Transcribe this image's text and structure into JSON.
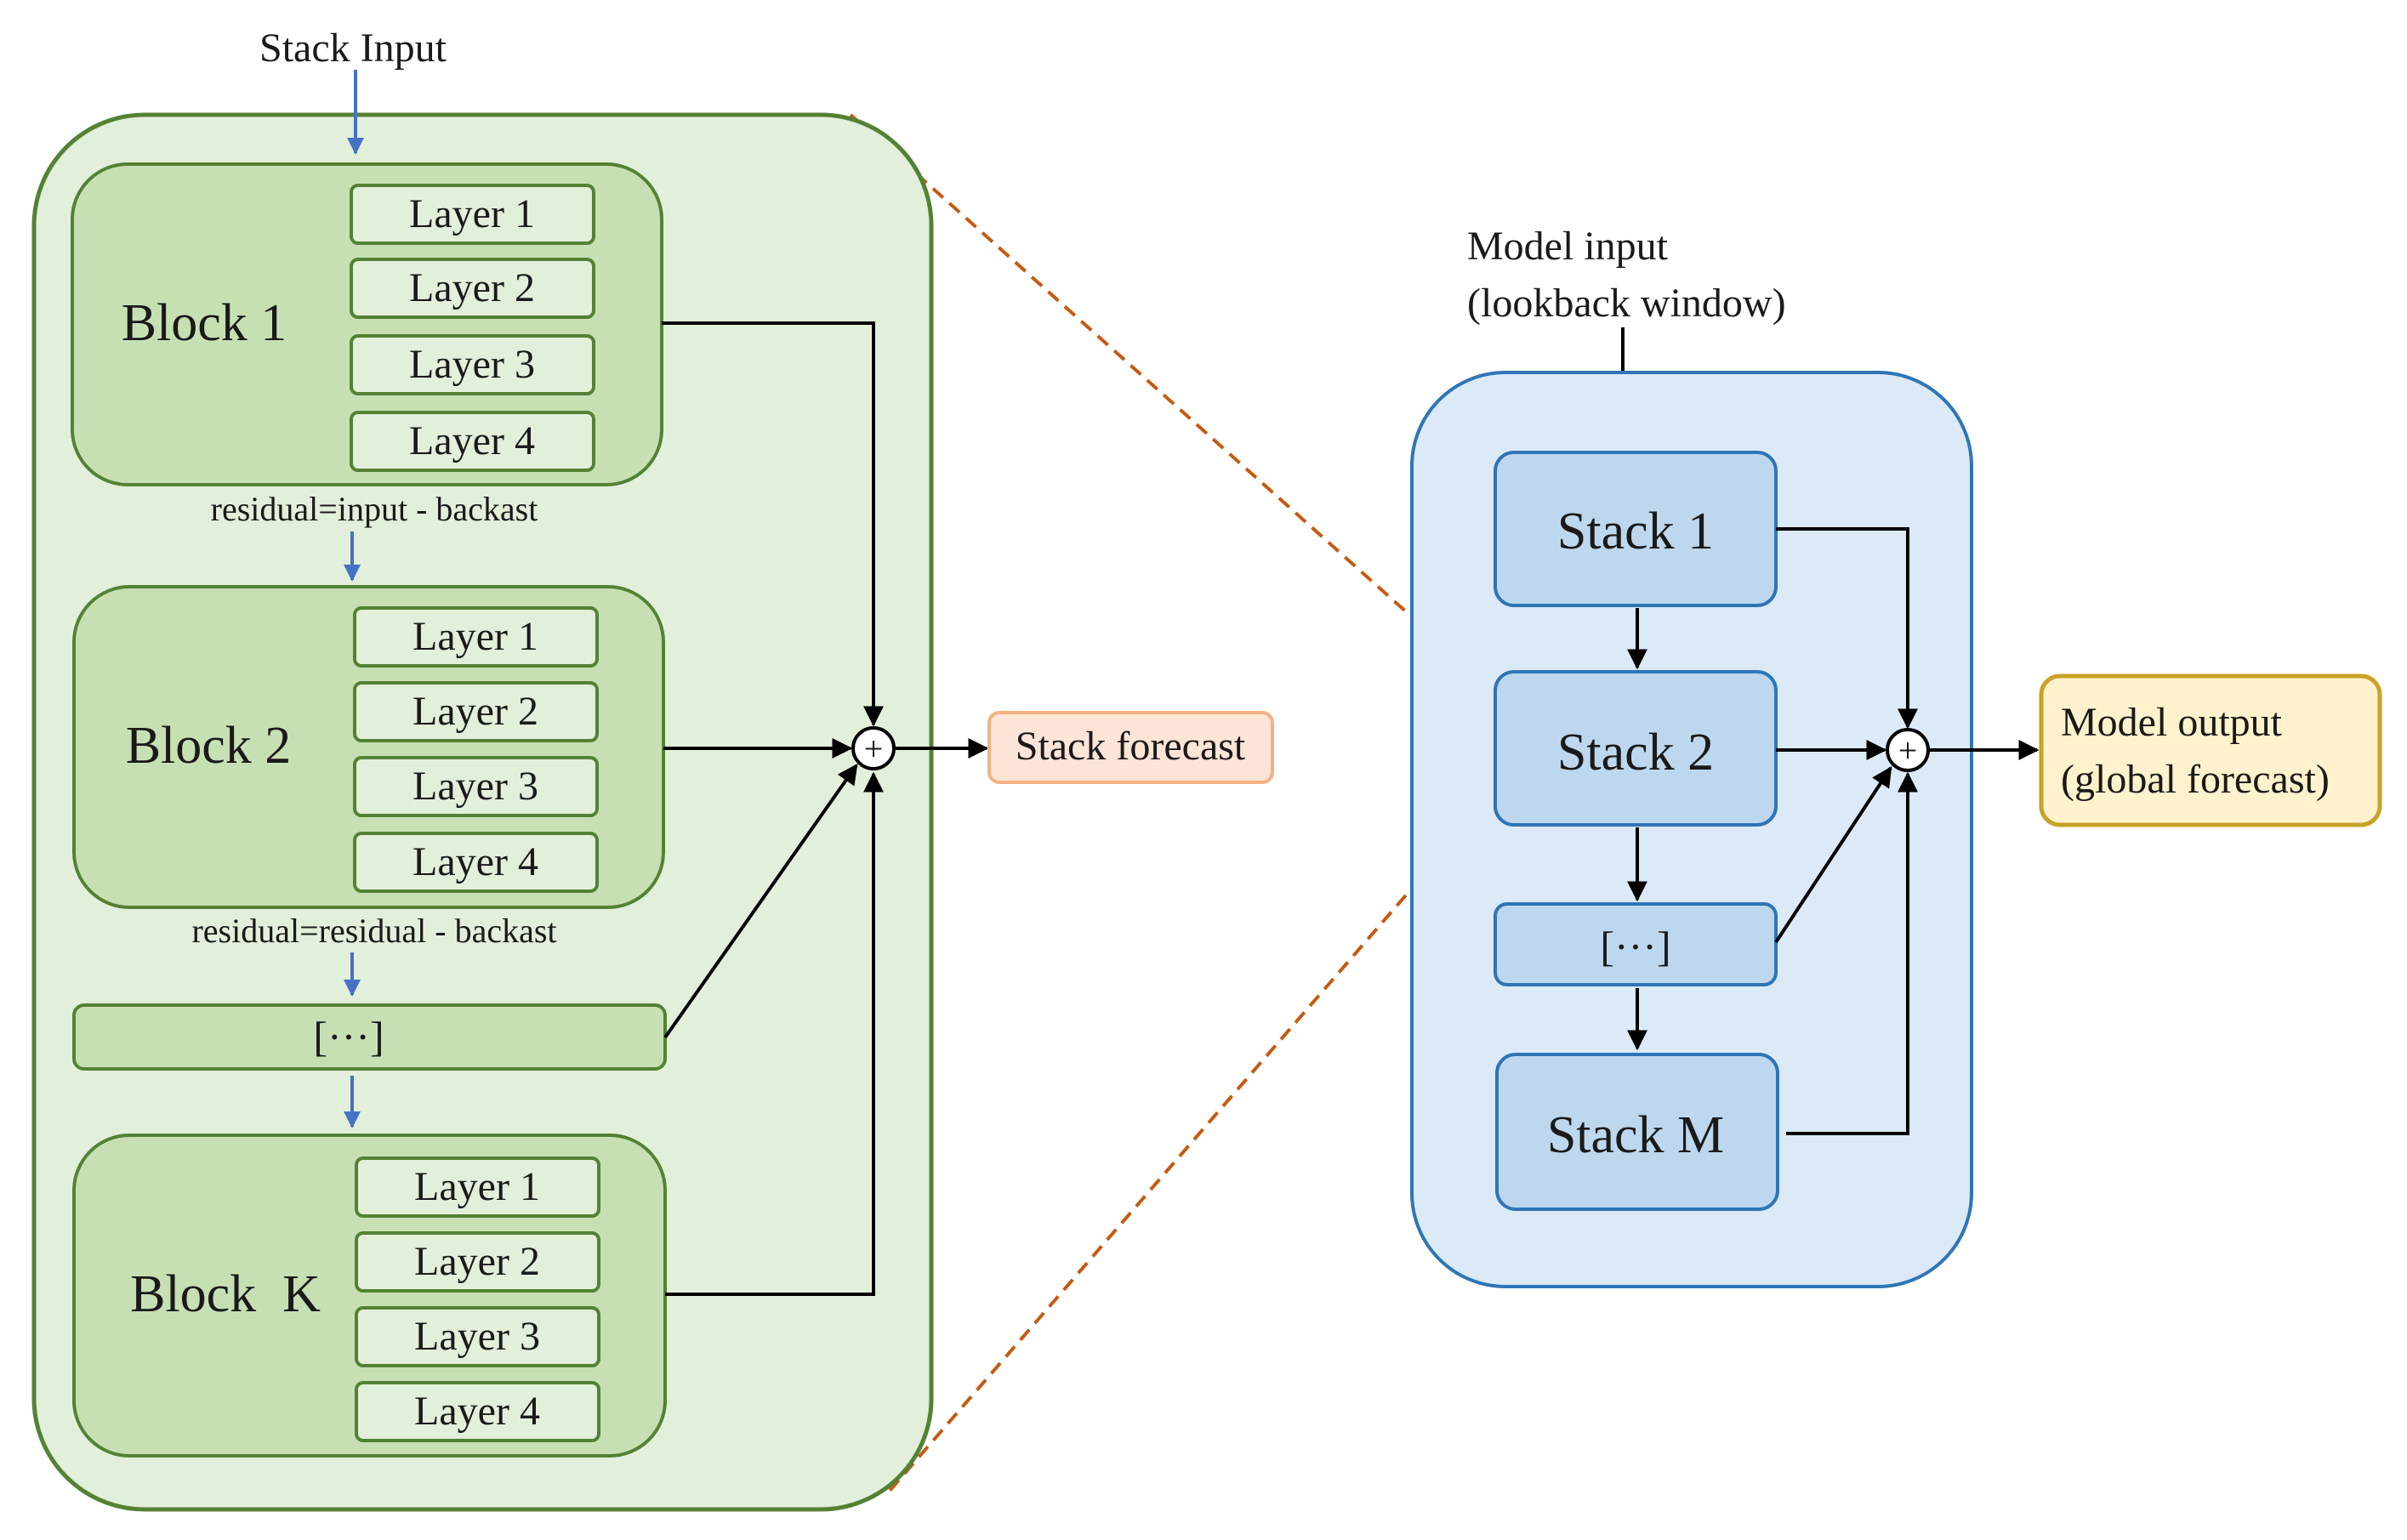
{
  "stack_input": "Stack Input",
  "model_input_line1": "Model input",
  "model_input_line2": "(lookback window)",
  "blocks": [
    {
      "label": "Block 1",
      "layers": [
        "Layer 1",
        "Layer 2",
        "Layer 3",
        "Layer 4"
      ]
    },
    {
      "label": "Block 2",
      "layers": [
        "Layer 1",
        "Layer 2",
        "Layer 3",
        "Layer 4"
      ]
    },
    {
      "label": "Block  K",
      "layers": [
        "Layer 1",
        "Layer 2",
        "Layer 3",
        "Layer 4"
      ]
    }
  ],
  "residual_1": "residual=input - backast",
  "residual_2": "residual=residual - backast",
  "block_ellipsis": "[···]",
  "stack_forecast": "Stack forecast",
  "stacks": [
    "Stack 1",
    "Stack 2",
    "[···]",
    "Stack M"
  ],
  "model_output_line1": "Model output",
  "model_output_line2": "(global forecast)",
  "sum_symbol": "+",
  "colors": {
    "block_fill": "#c6e0b4",
    "block_stroke": "#548235",
    "outer_green_fill": "#e2efda",
    "outer_blue_fill": "#dce9f7",
    "outer_blue_stroke": "#2e75b6",
    "stack_fill": "#bdd7ee",
    "forecast_fill": "#fce4d6",
    "forecast_stroke": "#f4b183",
    "output_fill": "#fff2cc",
    "output_stroke": "#c9a227",
    "blue_arrow": "#4472c4",
    "dashed_orange": "#c55a11"
  }
}
